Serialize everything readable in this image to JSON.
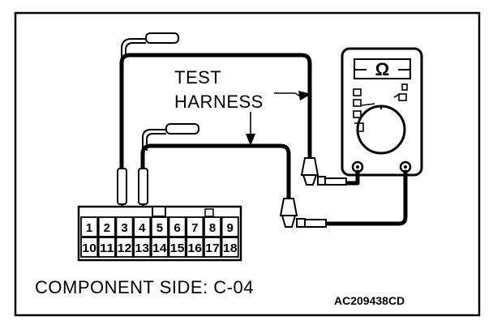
{
  "labels": {
    "test": "TEST",
    "harness": "HARNESS",
    "component_side": "COMPONENT SIDE: C-04",
    "figure_code": "AC209438CD",
    "ohm_symbol": "Ω"
  },
  "connector": {
    "top_pins": [
      "1",
      "2",
      "3",
      "4",
      "5",
      "6",
      "7",
      "8",
      "9"
    ],
    "bottom_pins": [
      "10",
      "11",
      "12",
      "13",
      "14",
      "15",
      "16",
      "17",
      "18"
    ]
  },
  "icons": {
    "meter": "multimeter-icon",
    "probe": "test-probe-icon",
    "clip": "alligator-clip-icon"
  }
}
